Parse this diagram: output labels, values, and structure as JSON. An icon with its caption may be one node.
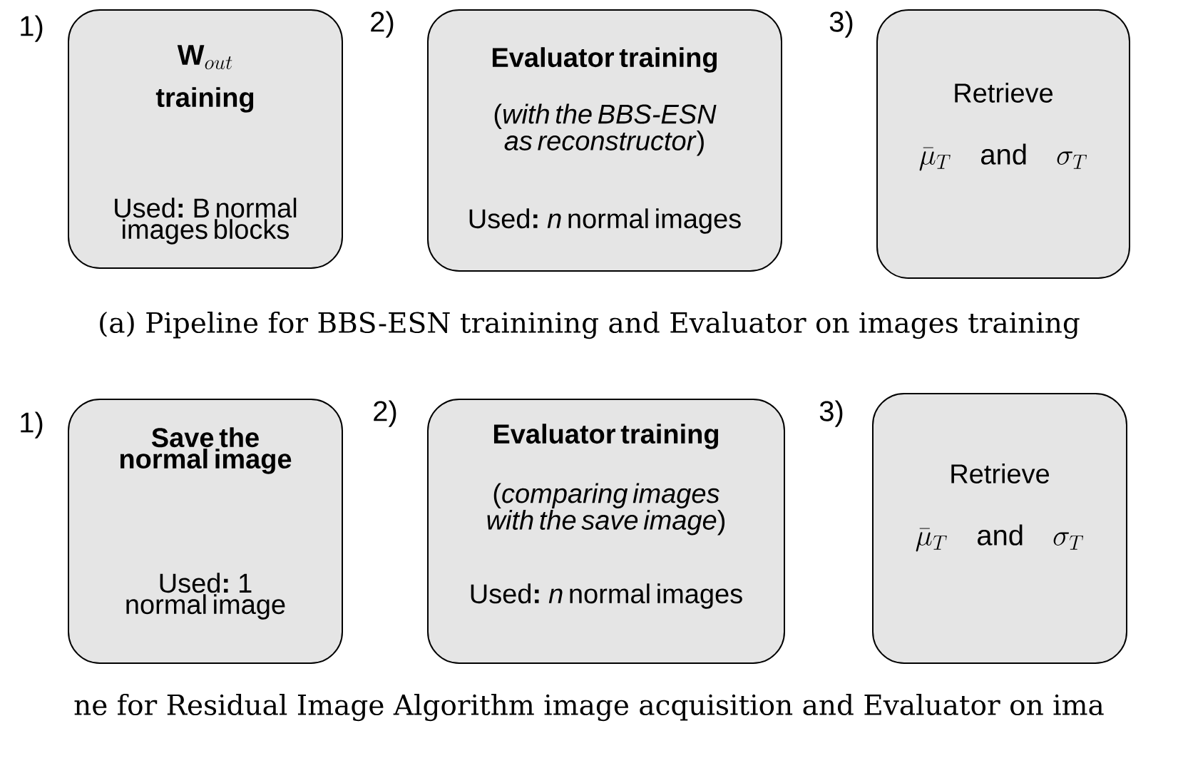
{
  "diagram": {
    "nodes": [
      {
        "text": [
          "\\mathbf{W}_{out}",
          "training",
          "Used**:** B normal images blocks"
        ]
      },
      {
        "text": [
          "Evaluator training",
          "(*with the BBS-ESN as reconstructor*)",
          "Used**:** *n* normal images"
        ]
      },
      {
        "text": [
          "Retrieve",
          "\\bar{\\mu}_T \\quad \\text{and} \\quad \\sigma_T"
        ]
      },
      {
        "text": [
          "Save the normal image",
          "Used**:** 1 normal image"
        ]
      },
      {
        "text": [
          "Evaluator training",
          "(*comparing images with the save image*)",
          "Used**:** *n* normal images"
        ]
      },
      {
        "text": [
          "Retrieve",
          "\\bar{\\mu}_T \\quad \\text{and} \\quad \\sigma_T"
        ]
      }
    ],
    "labels": [
      "1)",
      "2)",
      "3)",
      "(a) Pipeline for BBS-ESN trainining and Evaluator on images training",
      "1)",
      "2)",
      "3)",
      "ne for Residual Image Algorithm image acquisition and Evaluator on ima"
    ]
  }
}
